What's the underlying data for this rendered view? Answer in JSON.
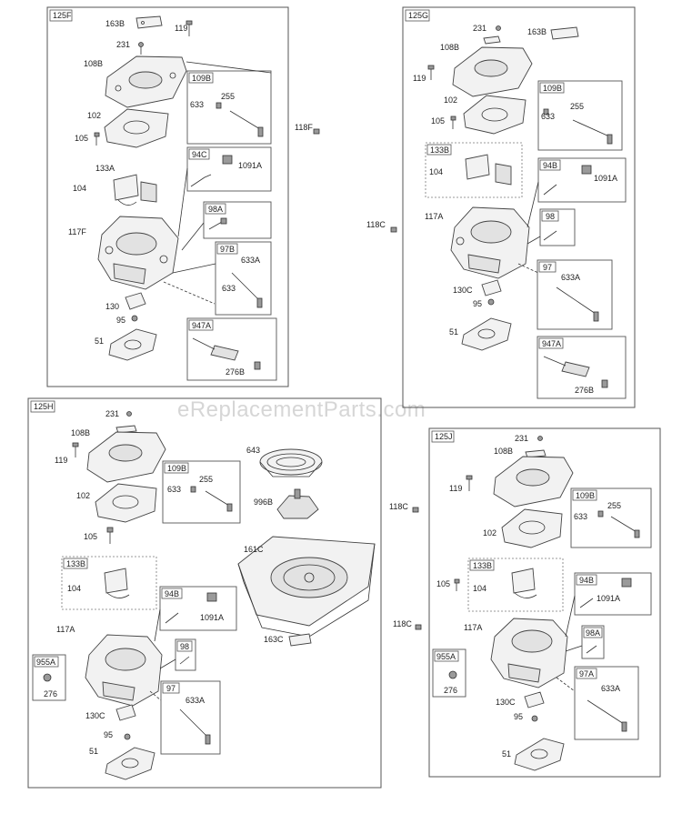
{
  "watermark": "eReplacementParts.com",
  "panels": {
    "p125F": {
      "title": "125F",
      "labels": {
        "l163B": "163B",
        "l119": "119",
        "l231": "231",
        "l108B": "108B",
        "l109B": "109B",
        "l255": "255",
        "l633a": "633",
        "l102": "102",
        "l105": "105",
        "l94C": "94C",
        "l1091A": "1091A",
        "l133A": "133A",
        "l104": "104",
        "l98A": "98A",
        "l117F": "117F",
        "l97B": "97B",
        "l633A": "633A",
        "l633b": "633",
        "l130": "130",
        "l95": "95",
        "l947A": "947A",
        "l51": "51",
        "l276B": "276B"
      }
    },
    "p125G": {
      "title": "125G",
      "labels": {
        "l231": "231",
        "l163B": "163B",
        "l108B": "108B",
        "l119": "119",
        "l109B": "109B",
        "l102": "102",
        "l255": "255",
        "l633": "633",
        "l105": "105",
        "l133B": "133B",
        "l94B": "94B",
        "l104": "104",
        "l1091A": "1091A",
        "l117A": "117A",
        "l98": "98",
        "l97": "97",
        "l633A": "633A",
        "l130C": "130C",
        "l95": "95",
        "l51": "51",
        "l947A": "947A",
        "l276B": "276B"
      }
    },
    "p125H": {
      "title": "125H",
      "labels": {
        "l231": "231",
        "l108B": "108B",
        "l119": "119",
        "l643": "643",
        "l109B": "109B",
        "l255": "255",
        "l102": "102",
        "l633": "633",
        "l996B": "996B",
        "l105": "105",
        "l161C": "161C",
        "l133B": "133B",
        "l104": "104",
        "l94B": "94B",
        "l1091A": "1091A",
        "l117A": "117A",
        "l955A": "955A",
        "l98": "98",
        "l163C": "163C",
        "l276": "276",
        "l97": "97",
        "l633A": "633A",
        "l130C": "130C",
        "l95": "95",
        "l51": "51"
      }
    },
    "p125J": {
      "title": "125J",
      "labels": {
        "l231": "231",
        "l108B": "108B",
        "l119": "119",
        "l109B": "109B",
        "l255": "255",
        "l633": "633",
        "l102": "102",
        "l133B": "133B",
        "l105": "105",
        "l94B": "94B",
        "l104": "104",
        "l1091A": "1091A",
        "l117A": "117A",
        "l98A": "98A",
        "l955A": "955A",
        "l276": "276",
        "l97A": "97A",
        "l130C": "130C",
        "l633A": "633A",
        "l95": "95",
        "l51": "51"
      }
    }
  },
  "loose": {
    "l118F": "118F",
    "l118C_top": "118C",
    "l118C_mid": "118C",
    "l118C_low": "118C"
  }
}
